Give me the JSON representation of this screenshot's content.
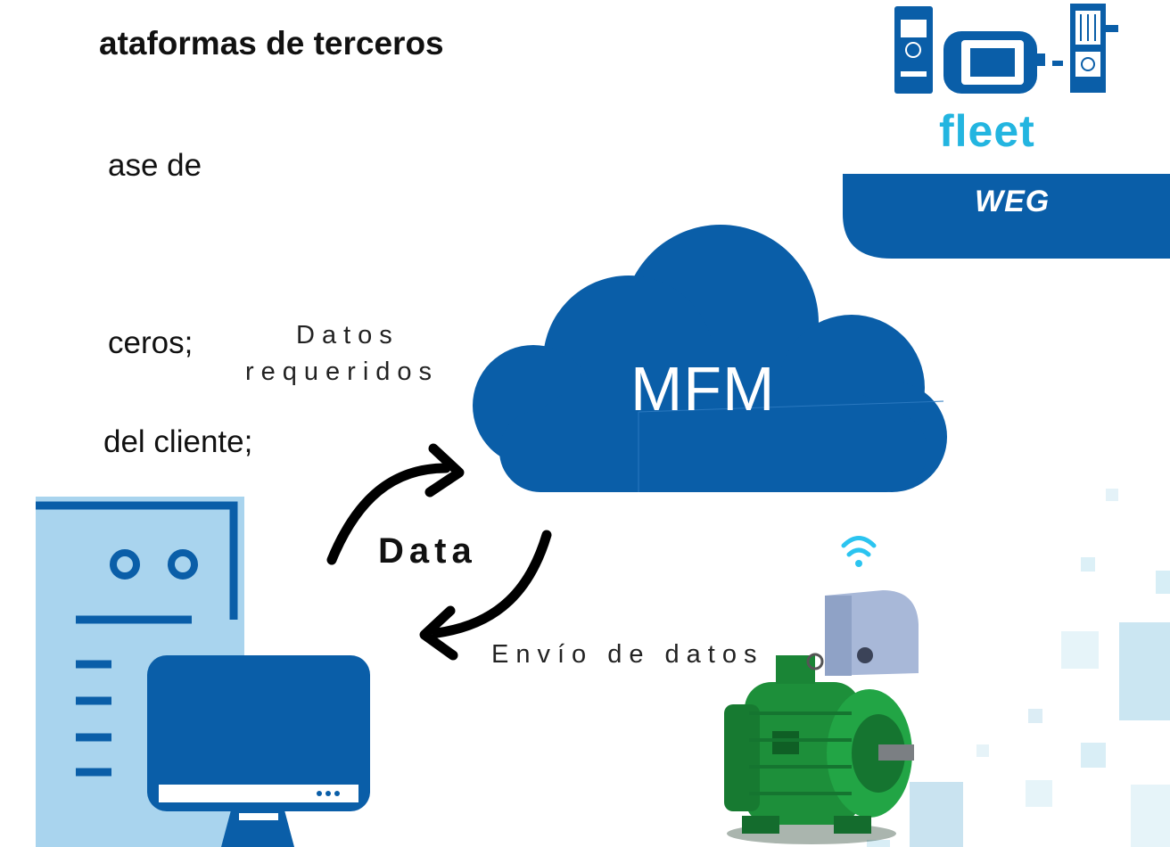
{
  "slide": {
    "title": "ataformas de terceros",
    "bullets": [
      "ase de",
      "ceros;",
      "del cliente;"
    ]
  },
  "diagram": {
    "cloud_label": "MFM",
    "requested_data_line1": "Datos",
    "requested_data_line2": "requeridos",
    "data_label": "Data",
    "sending_label": "Envío de datos"
  },
  "logo": {
    "product": "fleet",
    "brand": "WEG"
  },
  "colors": {
    "cloud": "#0a5ea8",
    "logo_band": "#0a5ea8",
    "fleet_text": "#23b5e0",
    "computer_light": "#a9d4ee",
    "computer_dark": "#0a5ea8",
    "motor_green": "#1d8f3a",
    "sensor": "#a8b8d8",
    "arrow": "#000000"
  },
  "icons": [
    "fleet-devices-icon",
    "cloud-icon",
    "cycle-arrows-icon",
    "computer-icon",
    "wifi-icon",
    "sensor-icon",
    "electric-motor-icon"
  ]
}
